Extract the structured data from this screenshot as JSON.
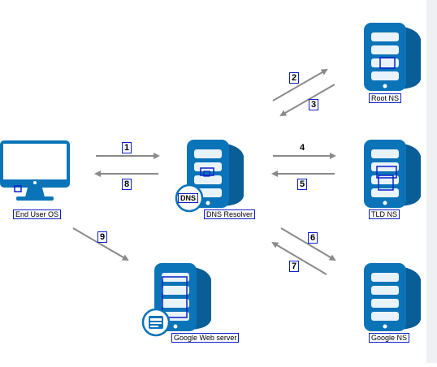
{
  "nodes": {
    "end_user": "End User OS",
    "dns_resolver": "DNS Resolver",
    "dns_badge": "DNS",
    "root_ns": "Root NS",
    "tld_ns": "TLD NS",
    "google_ns": "Google NS",
    "google_web": "Google Web server"
  },
  "steps": {
    "s1": "1",
    "s2": "2",
    "s3": "3",
    "s4": "4",
    "s5": "5",
    "s6": "6",
    "s7": "7",
    "s8": "8",
    "s9": "9"
  },
  "colors": {
    "server_blue": "#0b74b8",
    "server_dark": "#0a5e98",
    "arrow_gray": "#8a8a8a",
    "highlight_box": "#0a1fc9"
  }
}
